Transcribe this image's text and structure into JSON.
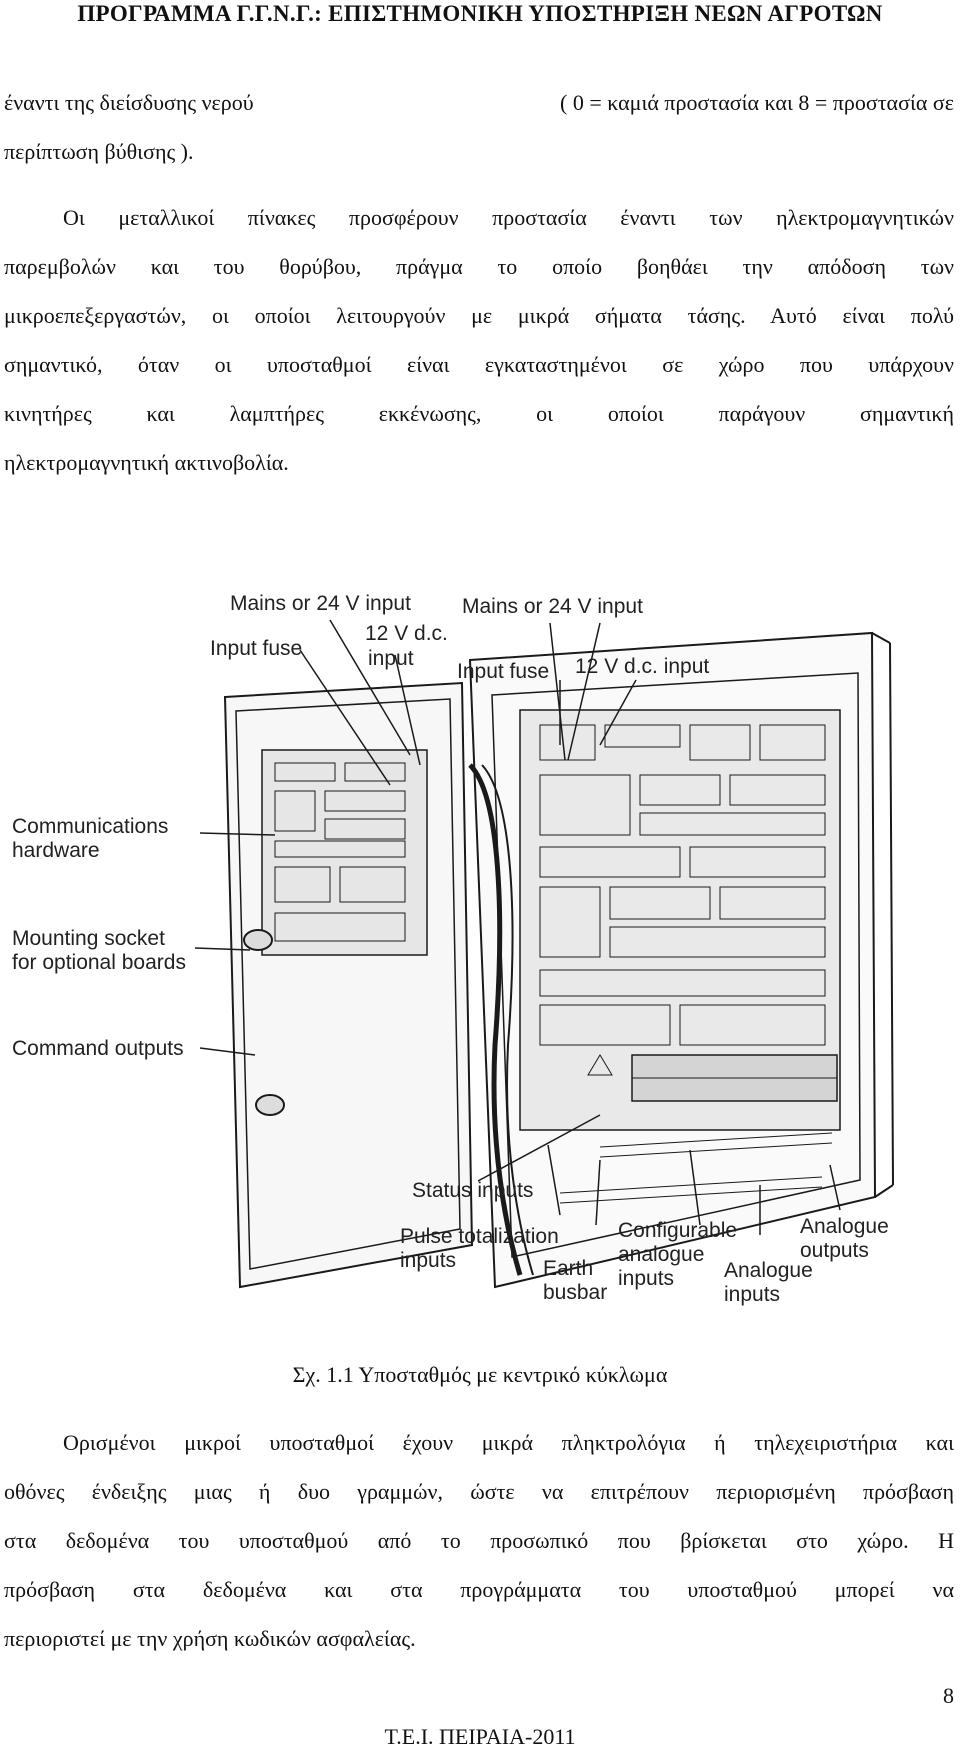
{
  "header": {
    "title": "ΠΡΟΓΡΑΜΜΑ Γ.Γ.Ν.Γ.: ΕΠΙΣΤΗΜΟΝΙΚΗ ΥΠΟΣΤΗΡΙΞΗ ΝΕΩΝ ΑΓΡΟΤΩΝ"
  },
  "intro": {
    "line1_left": "έναντι της διείσδυσης νερού",
    "line1_right": "( 0 = καμιά προστασία και 8 = προστασία σε",
    "line2": "περίπτωση βύθισης )."
  },
  "paragraph1": {
    "lines": [
      "Οι μεταλλικοί πίνακες προσφέρουν προστασία έναντι των ηλεκτρομαγνητικών",
      "παρεμβολών και του θορύβου, πράγμα το οποίο βοηθάει την απόδοση των",
      "μικροεπεξεργαστών, οι οποίοι λειτουργούν με μικρά σήματα τάσης. Αυτό είναι πολύ",
      "σημαντικό, όταν οι υποσταθμοί είναι εγκαταστημένοι σε χώρο που υπάρχουν",
      "κινητήρες και λαμπτήρες εκκένωσης, οι οποίοι παράγουν σημαντική",
      "ηλεκτρομαγνητική ακτινοβολία."
    ]
  },
  "figure": {
    "labels": {
      "mains_left": "Mains or 24 V input",
      "mains_right": "Mains or 24 V input",
      "dc_left_1": "12 V d.c.",
      "dc_left_2": "input",
      "input_fuse_left": "Input fuse",
      "input_fuse_right": "Input fuse",
      "dc_right": "12 V d.c. input",
      "comm_1": "Communications",
      "comm_2": "hardware",
      "mount_1": "Mounting socket",
      "mount_2": "for optional boards",
      "command": "Command outputs",
      "status": "Status inputs",
      "pulse_1": "Pulse totalization",
      "pulse_2": "inputs",
      "earth_1": "Earth",
      "earth_2": "busbar",
      "config_1": "Configurable",
      "config_2": "analogue",
      "config_3": "inputs",
      "ain_1": "Analogue",
      "ain_2": "inputs",
      "aout_1": "Analogue",
      "aout_2": "outputs"
    }
  },
  "caption": "Σχ. 1.1 Υποσταθμός με κεντρικό κύκλωμα",
  "paragraph2": {
    "lines": [
      "Ορισμένοι μικροί υποσταθμοί έχουν μικρά πληκτρολόγια ή τηλεχειριστήρια και",
      "οθόνες ένδειξης μιας ή δυο γραμμών, ώστε να επιτρέπουν περιορισμένη πρόσβαση",
      "στα δεδομένα του υποσταθμού από το προσωπικό που βρίσκεται στο χώρο. Η",
      "πρόσβαση στα δεδομένα και στα προγράμματα του υποσταθμού μπορεί να",
      "περιοριστεί με την χρήση κωδικών ασφαλείας."
    ]
  },
  "page_number": "8",
  "footer": "Τ.Ε.Ι. ΠΕΙΡΑΙΑ-2011"
}
